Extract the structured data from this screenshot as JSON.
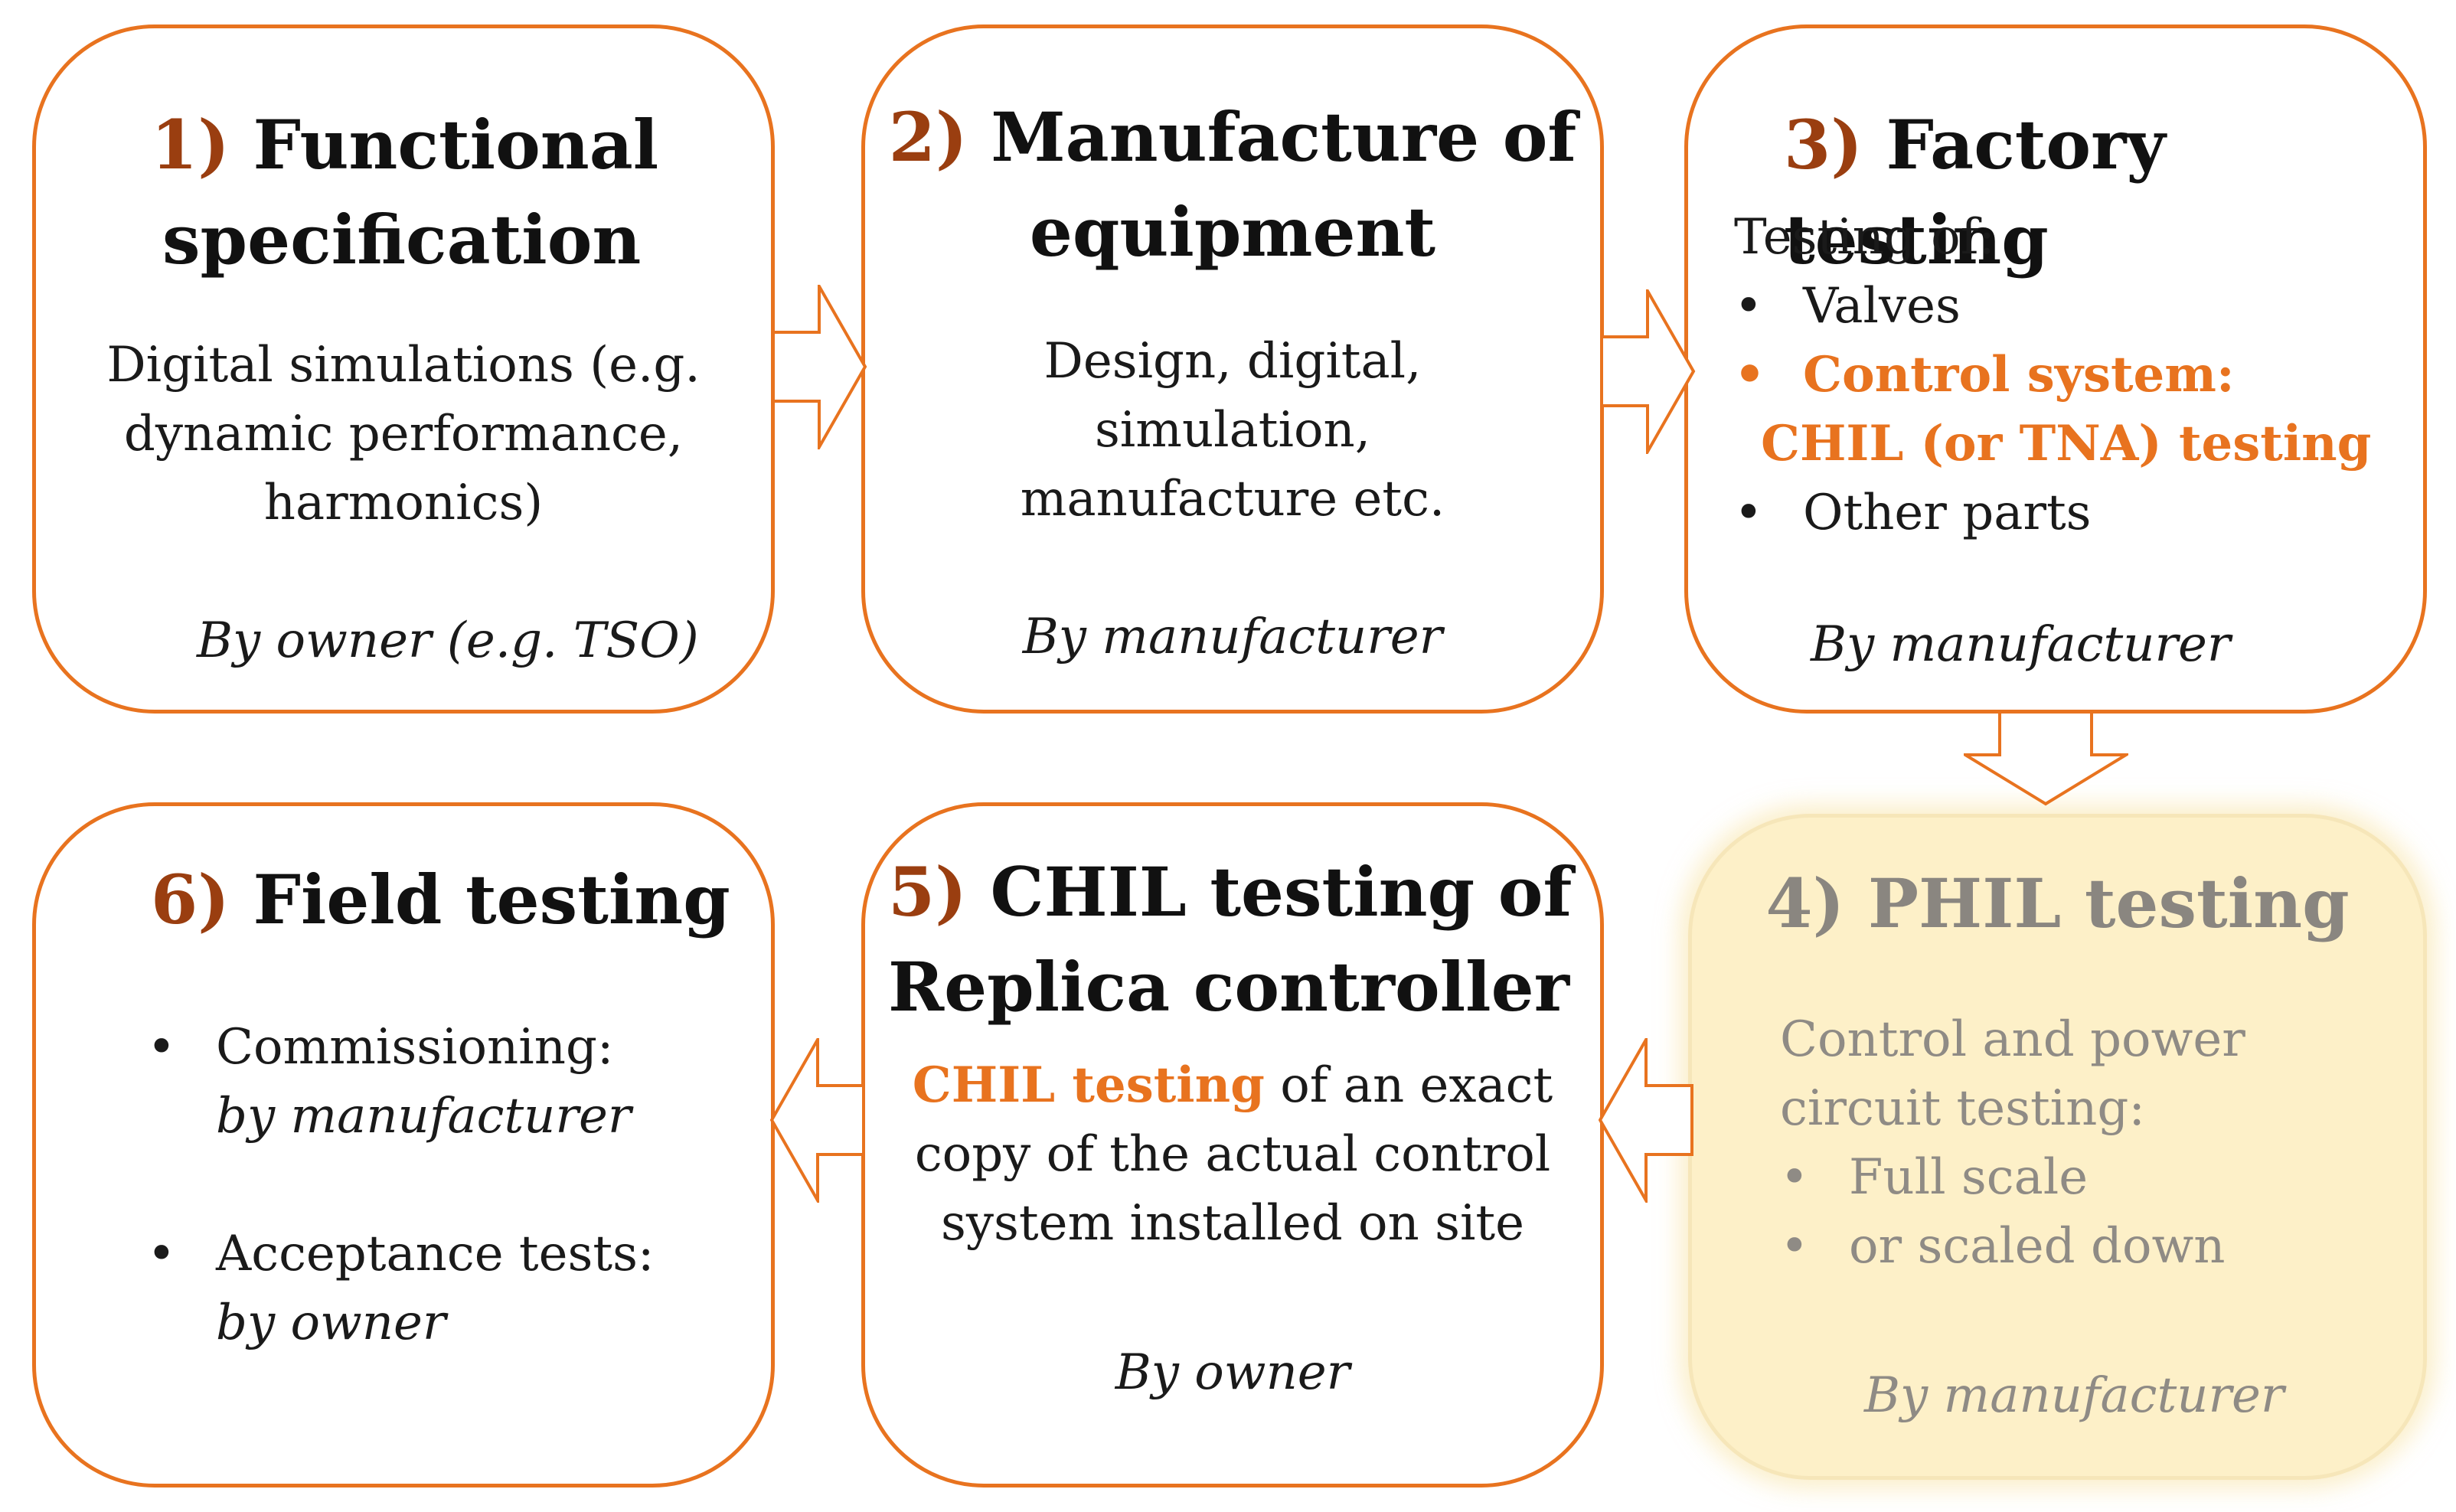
{
  "box1": {
    "num": "1)",
    "title_a": "Functional",
    "title_b": "specification",
    "lines": [
      "Digital simulations (e.g.",
      "dynamic performance,",
      "harmonics)"
    ],
    "by": "By owner (e.g. TSO)"
  },
  "box2": {
    "num": "2)",
    "title_a": "Manufacture of",
    "title_b": "equipment",
    "lines": [
      "Design, digital,",
      "simulation,",
      "manufacture etc."
    ],
    "by": "By manufacturer"
  },
  "box3": {
    "num": "3)",
    "title": "Factory testing",
    "intro": "Testing of:",
    "bullet": "•",
    "item1": "Valves",
    "item2_a": "Control system:",
    "item2_b": "CHIL (or TNA)  testing",
    "item3": "Other parts",
    "by": "By manufacturer"
  },
  "box4": {
    "num": "4)",
    "title": "PHIL testing",
    "lines": [
      "Control and power",
      "circuit testing:"
    ],
    "bullet": "•",
    "item1": "Full scale",
    "item2": "or scaled down",
    "by": "By manufacturer"
  },
  "box5": {
    "num": "5)",
    "title_a": "CHIL testing of",
    "title_b": "Replica controller",
    "highlight": "CHIL testing",
    "line1_rest": " of an exact",
    "lines": [
      "copy of the actual control",
      "system installed on site"
    ],
    "by": "By owner"
  },
  "box6": {
    "num": "6)",
    "title": "Field testing",
    "bullet": "•",
    "item1_a": "Commissioning:",
    "item1_b": "by manufacturer",
    "item2_a": "Acceptance tests:",
    "item2_b": "by owner"
  },
  "colors": {
    "border": "#e8731f",
    "number": "#9a3e10",
    "highlight": "#e8731f",
    "gold_fill": "#fdf0c8",
    "gold_text": "#8a8680"
  }
}
